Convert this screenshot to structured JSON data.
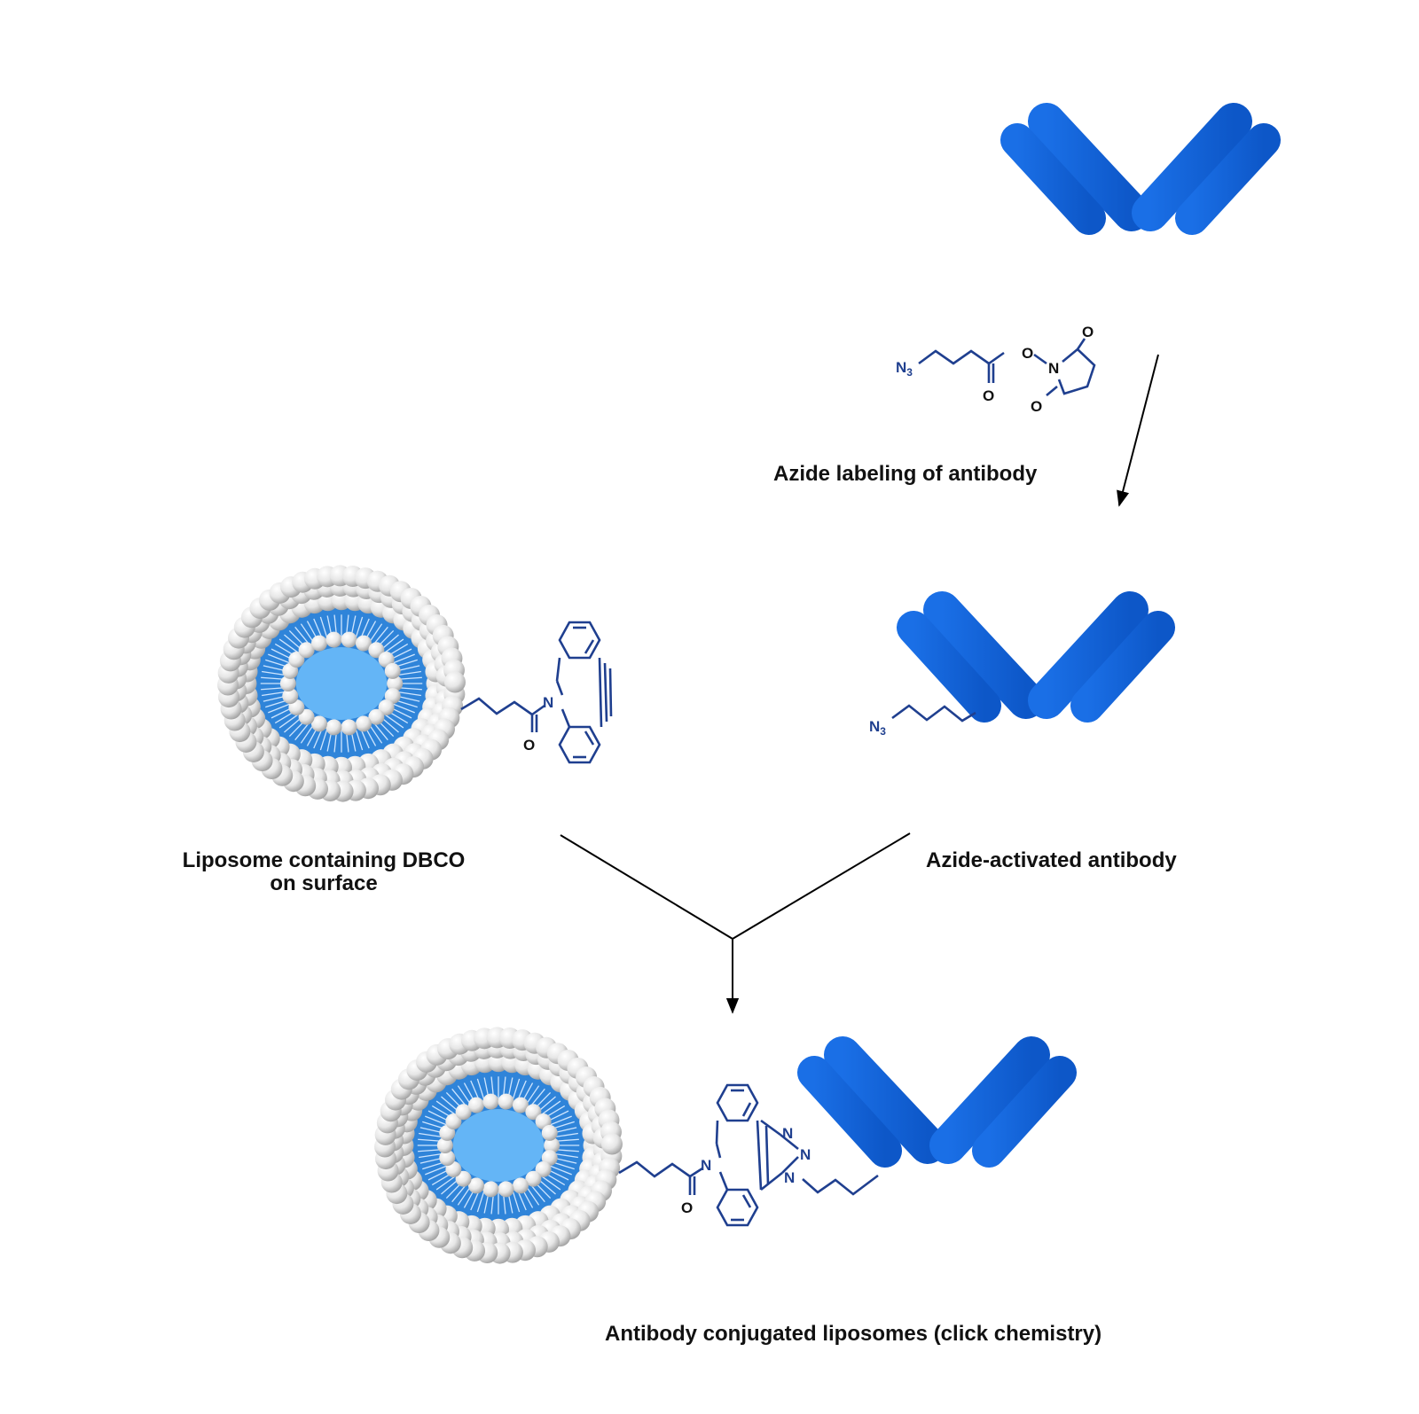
{
  "captions": {
    "azide_labeling": "Azide labeling of antibody",
    "liposome_line1": "Liposome containing DBCO",
    "liposome_line2": "on surface",
    "azide_activated": "Azide-activated antibody",
    "conjugated": "Antibody conjugated liposomes (click chemistry)"
  },
  "atoms": {
    "azide": "N",
    "azide_subscript": "3",
    "oxygen": "O",
    "nitrogen": "N"
  },
  "colors": {
    "antibody": "#1565d8",
    "chem_bond": "#1f3f8f",
    "liposome_core": "#64b5f6",
    "liposome_bilayer": "#2f84d9",
    "lipid_head": "#e8e8e8",
    "arrow": "#000000"
  }
}
